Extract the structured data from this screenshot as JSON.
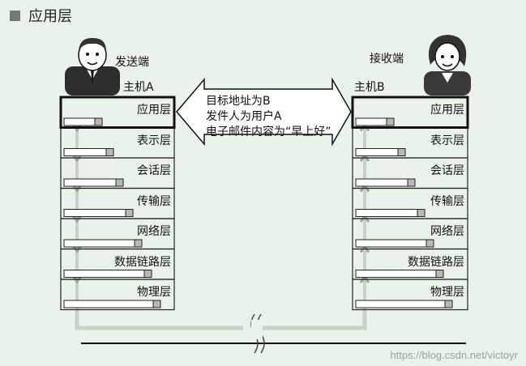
{
  "title": "应用层",
  "sender": {
    "caption": "发送端",
    "host": "主机A"
  },
  "receiver": {
    "caption": "接收端",
    "host": "主机B"
  },
  "layers": [
    "应用层",
    "表示层",
    "会话层",
    "传输层",
    "网络层",
    "数据链路层",
    "物理层"
  ],
  "message": [
    "目标地址为B",
    "发件人为用户A",
    "电子邮件内容为“早上好”"
  ],
  "watermark": "https://blog.csdn.net/victoyr",
  "colors": {
    "background": "#eaf3ea",
    "packet_header": "#b8b8b8",
    "link_line": "#c7d3c7",
    "arrow": "#9aa79a"
  },
  "icons": {
    "sender_avatar": "man-icon",
    "receiver_avatar": "woman-icon"
  }
}
